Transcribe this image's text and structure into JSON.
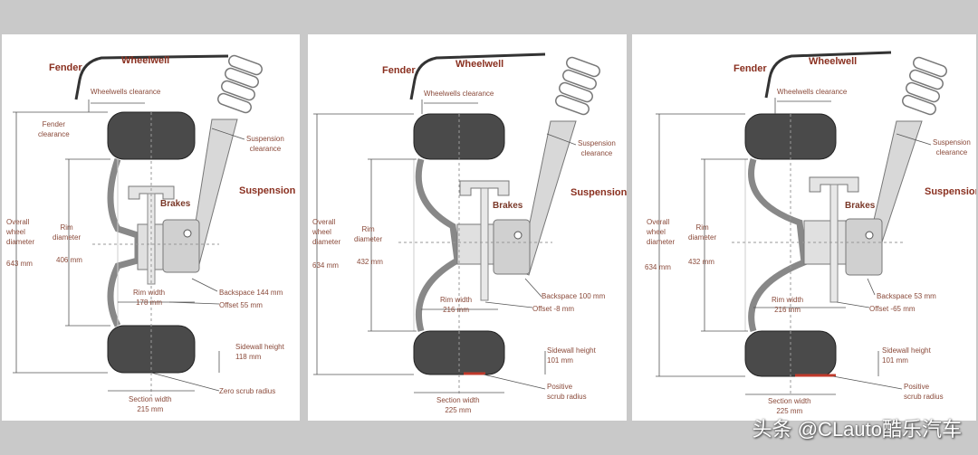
{
  "panels": [
    {
      "id": "p1",
      "fender": "Fender",
      "wheelwell": "Wheelwell",
      "wheelwell_clearance": "Wheelwells clearance",
      "fender_clearance": "Fender\nclearance",
      "suspension_clearance": "Suspension\nclearance",
      "suspension": "Suspension",
      "overall_wheel_diameter": "Overall\nwheel\ndiameter",
      "overall_value": "643 mm",
      "rim_diameter": "Rim\ndiameter",
      "rim_diameter_value": "406 mm",
      "brakes": "Brakes",
      "rim_width": "Rim width\n178 mm",
      "backspace": "Backspace 144 mm",
      "offset": "Offset 55 mm",
      "sidewall_height": "Sidewall height\n118 mm",
      "section_width": "Section width\n215 mm",
      "scrub_radius": "Zero scrub radius"
    },
    {
      "id": "p2",
      "fender": "Fender",
      "wheelwell": "Wheelwell",
      "wheelwell_clearance": "Wheelwells clearance",
      "suspension_clearance": "Suspension\nclearance",
      "suspension": "Suspension",
      "overall_wheel_diameter": "Overall\nwheel\ndiameter",
      "overall_value": "634 mm",
      "rim_diameter": "Rim\ndiameter",
      "rim_diameter_value": "432 mm",
      "brakes": "Brakes",
      "rim_width": "Rim width\n216 mm",
      "backspace": "Backspace 100 mm",
      "offset": "Offset -8 mm",
      "sidewall_height": "Sidewall height\n101 mm",
      "section_width": "Section width\n225 mm",
      "scrub_radius": "Positive\nscrub radius"
    },
    {
      "id": "p3",
      "fender": "Fender",
      "wheelwell": "Wheelwell",
      "wheelwell_clearance": "Wheelwells clearance",
      "suspension_clearance": "Suspension\nclearance",
      "suspension": "Suspension",
      "overall_wheel_diameter": "Overall\nwheel\ndiameter",
      "overall_value": "634 mm",
      "rim_diameter": "Rim\ndiameter",
      "rim_diameter_value": "432 mm",
      "brakes": "Brakes",
      "rim_width": "Rim width\n216 mm",
      "backspace": "Backspace 53 mm",
      "offset": "Offset -65 mm",
      "sidewall_height": "Sidewall height\n101 mm",
      "section_width": "Section width\n225 mm",
      "scrub_radius": "Positive\nscrub radius"
    }
  ],
  "watermark": "头条 @CLauto酷乐汽车",
  "colors": {
    "background": "#c9c9c9",
    "tire": "#4a4a4a",
    "label": "#8a4a3a",
    "scrub_radius_mark": "#c0392b"
  }
}
